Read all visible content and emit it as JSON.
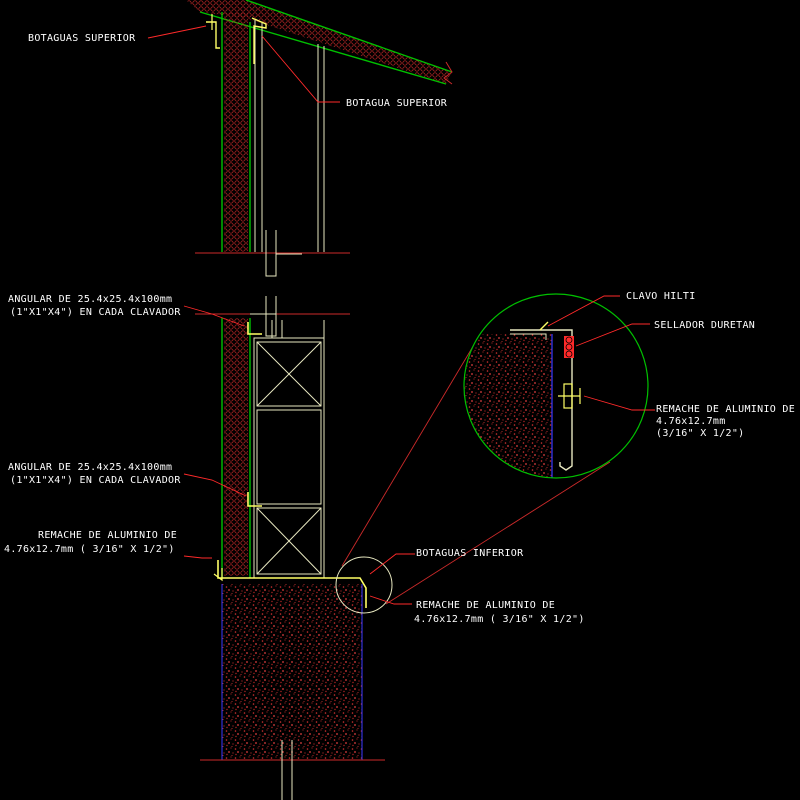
{
  "colors": {
    "background": "#000000",
    "leader": "#ff2a2a",
    "insulation": "#cc2a2a",
    "membrane": "#00c000",
    "metal": "#ffff66",
    "frame": "#e8e8c0",
    "text": "#ffffff",
    "mortar_edge": "#3a3aff"
  },
  "labels": {
    "botaguas_superior": "BOTAGUAS SUPERIOR",
    "botagua_superior": "BOTAGUA SUPERIOR",
    "angular_1_line1": "ANGULAR DE 25.4x25.4x100mm",
    "angular_1_line2": "(1\"X1\"X4\") EN CADA CLAVADOR",
    "angular_2_line1": "ANGULAR DE 25.4x25.4x100mm",
    "angular_2_line2": "(1\"X1\"X4\") EN CADA CLAVADOR",
    "remache_left_line1": "REMACHE DE ALUMINIO DE",
    "remache_left_line2": "4.76x12.7mm ( 3/16\" X  1/2\")",
    "clavo_hilti": "CLAVO HILTI",
    "sellador_duretan": "SELLADOR DURETAN",
    "remache_detail_line1": "REMACHE DE ALUMINIO DE",
    "remache_detail_line2": "4.76x12.7mm",
    "remache_detail_line3": "(3/16\" X  1/2\")",
    "botaguas_inferior": "BOTAGUAS INFERIOR",
    "remache_bottom_line1": "REMACHE DE ALUMINIO DE",
    "remache_bottom_line2": "4.76x12.7mm ( 3/16\" X  1/2\")"
  }
}
